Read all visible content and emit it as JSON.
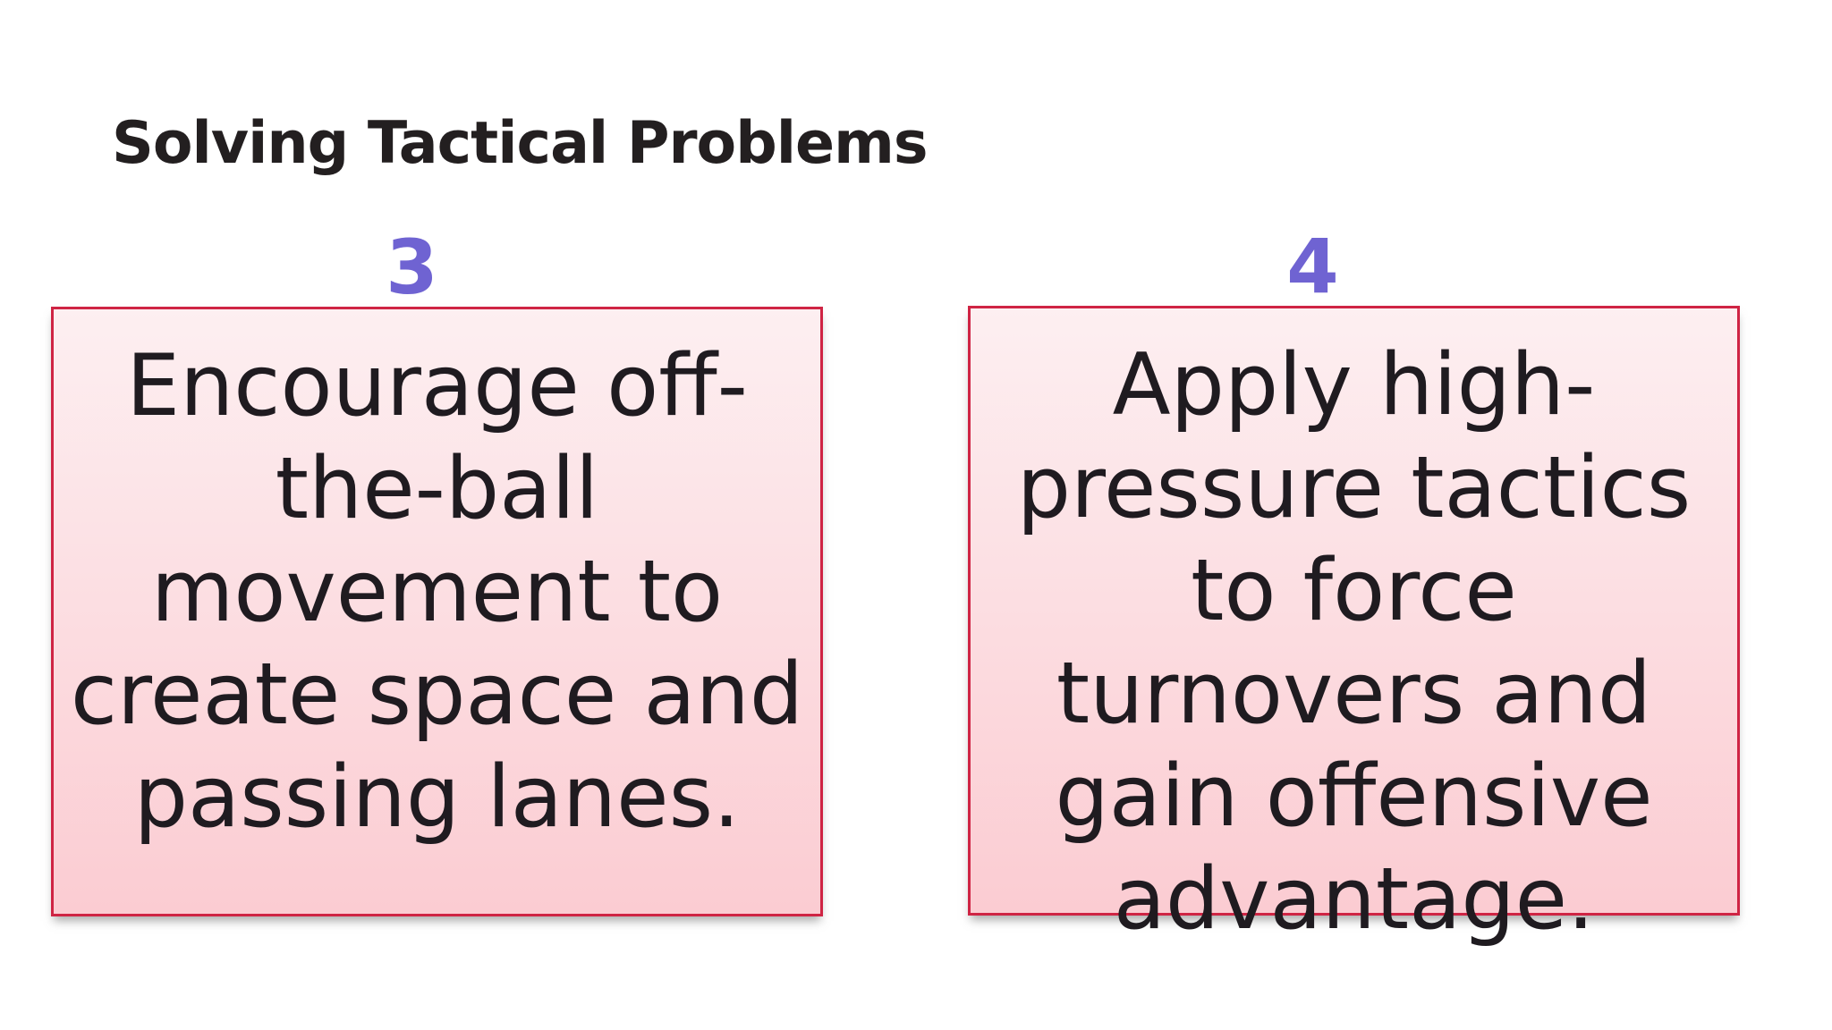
{
  "slide": {
    "title": "Solving Tactical Problems",
    "cards": [
      {
        "number": "3",
        "text": "Encourage off-\nthe-ball\nmovement to\ncreate space and\npassing lanes."
      },
      {
        "number": "4",
        "text": "Apply high-\npressure tactics\nto force\nturnovers and\ngain offensive\nadvantage."
      }
    ],
    "colors": {
      "bg": "#ffffff",
      "title": "#231f20",
      "number": "#6f63d2",
      "border": "#cf2444",
      "fill-top": "#fdeff1",
      "fill-bottom": "#fbccd2",
      "text": "#1f1b20"
    }
  }
}
